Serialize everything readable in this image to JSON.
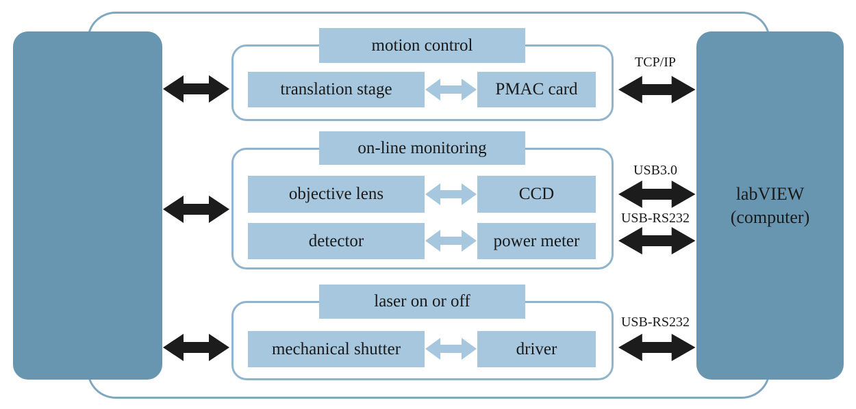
{
  "computer": {
    "line1": "labVIEW",
    "line2": "(computer)"
  },
  "groups": [
    {
      "title": "motion control",
      "rows": [
        {
          "left": "translation stage",
          "right": "PMAC card"
        }
      ]
    },
    {
      "title": "on-line monitoring",
      "rows": [
        {
          "left": "objective lens",
          "right": "CCD"
        },
        {
          "left": "detector",
          "right": "power meter"
        }
      ]
    },
    {
      "title": "laser on or off",
      "rows": [
        {
          "left": "mechanical shutter",
          "right": "driver"
        }
      ]
    }
  ],
  "connections": [
    "TCP/IP",
    "USB3.0",
    "USB-RS232",
    "USB-RS232"
  ],
  "colors": {
    "block": "#6895b0",
    "box": "#a6c7dd",
    "border": "#8fb4cc",
    "outer": "#7fa7c0",
    "arrow_dark": "#1c1c1c",
    "arrow_light": "#a6c7dd"
  }
}
